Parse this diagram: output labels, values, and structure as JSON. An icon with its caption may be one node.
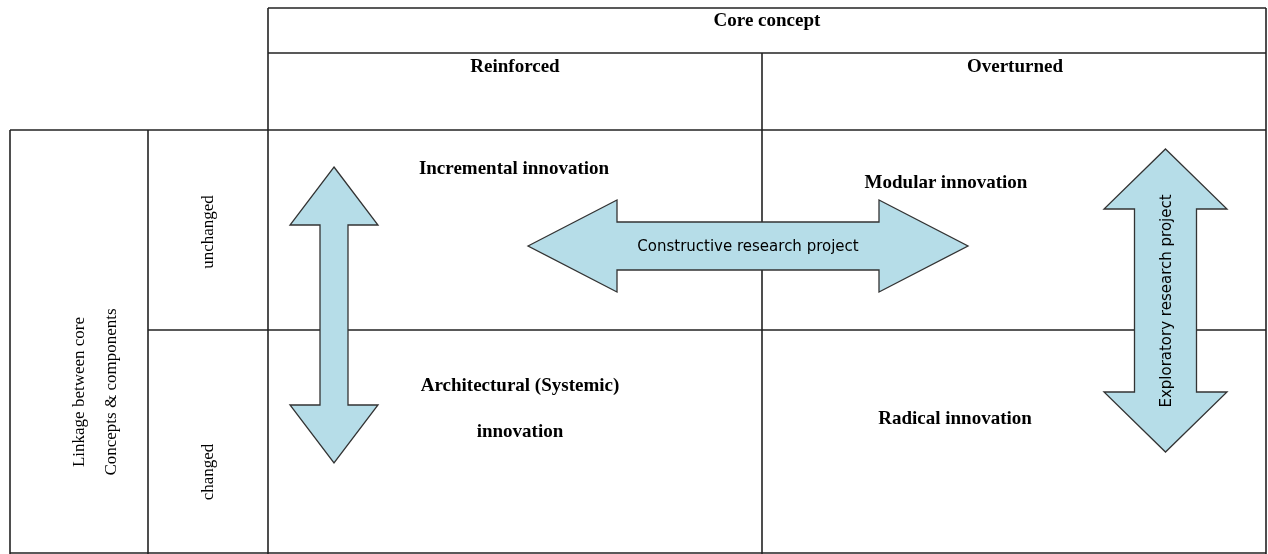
{
  "diagram": {
    "nodes": [
      {
        "text": [],
        "shape": "double-arrow"
      },
      {
        "text": [
          "Constructive research project"
        ]
      },
      {
        "text": [
          "Exploratory research project"
        ]
      }
    ],
    "labels": [
      "Core concept",
      "Reinforced",
      "Overturned",
      "Linkage between core Concepts & components",
      "unchanged",
      "Incremental innovation",
      "Modular innovation",
      "changed",
      "Architectural (Systemic) innovation",
      "Radical innovation"
    ]
  }
}
